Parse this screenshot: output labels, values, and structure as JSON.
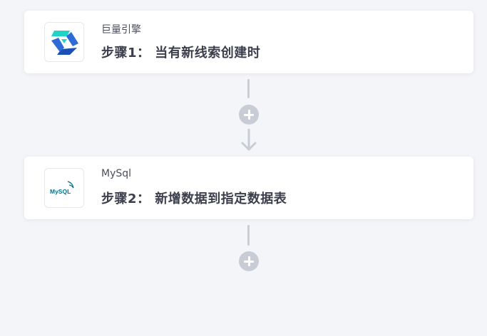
{
  "steps": [
    {
      "app_name": "巨量引擎",
      "title": "步骤1： 当有新线索创建时",
      "logo_icon": "ocean-engine-logo-icon",
      "logo_colors": [
        "#1fd3c6",
        "#2e6bd6",
        "#1a4fb8"
      ]
    },
    {
      "app_name": "MySql",
      "title": "步骤2： 新增数据到指定数据表",
      "logo_icon": "mysql-logo-icon",
      "logo_text": "MySQL",
      "logo_colors": [
        "#00758f",
        "#f29111"
      ]
    }
  ],
  "connectors": {
    "line_color": "#c8ccd4",
    "plus_icon": "add-step-plus-icon",
    "arrow_icon": "down-arrow-icon"
  },
  "colors": {
    "background": "#f4f5f8",
    "card": "#ffffff",
    "title_text": "#3b3f4c"
  }
}
